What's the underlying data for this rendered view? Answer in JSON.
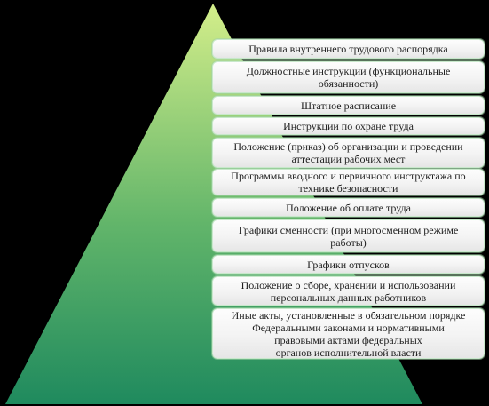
{
  "diagram": {
    "shape": "pyramid",
    "colors": {
      "background": "#000000",
      "pyramid_top": "#d4ee8a",
      "pyramid_mid": "#62b56a",
      "pyramid_bottom": "#1f8a5e",
      "box_fill": "#f2f2f2",
      "box_border": "#c8e8cb",
      "text": "#1e1e1e"
    },
    "items": [
      "Правила внутреннего трудового распорядка",
      "Должностные инструкции (функциональные\nобязанности)",
      "Штатное расписание",
      "Инструкции по охране труда",
      "Положение (приказ) об организации и проведении\nаттестации рабочих мест",
      "Программы вводного и первичного инструктажа по\nтехнике безопасности",
      "Положение об оплате труда",
      "Графики сменности (при многосменном режиме\nработы)",
      "Графики отпусков",
      "Положение о сборе, хранении и использовании\nперсональных данных работников",
      "Иные акты, установленные в обязательном порядке\nФедеральными законами и нормативными\nправовыми актами федеральных\nорганов исполнительной власти"
    ]
  }
}
